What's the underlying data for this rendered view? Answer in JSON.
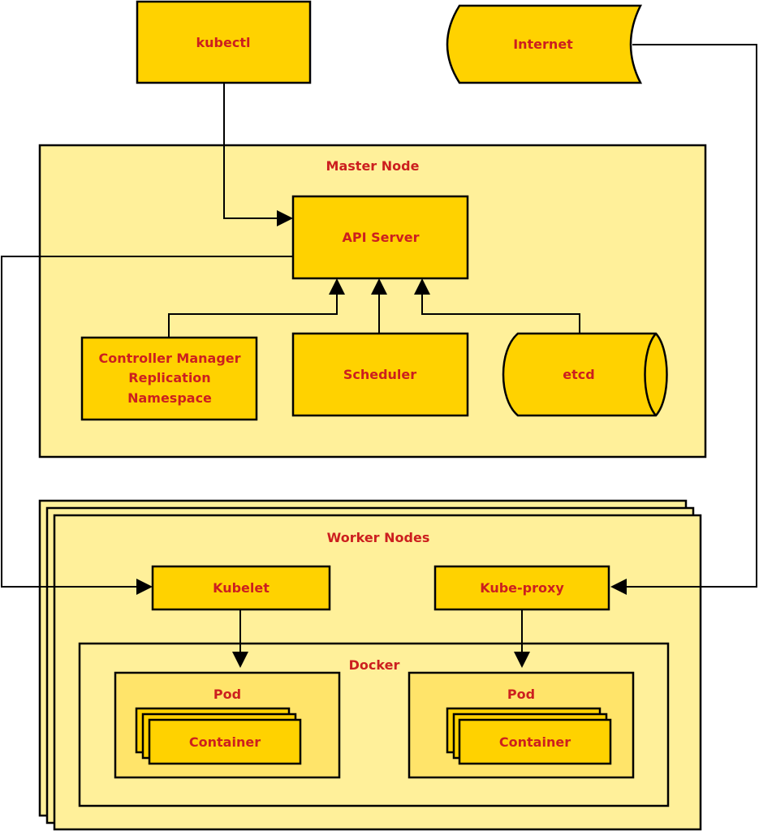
{
  "nodes": {
    "kubectl": "kubectl",
    "internet": "Internet",
    "master_title": "Master Node",
    "api_server": "API Server",
    "controller_manager": [
      "Controller Manager",
      "Replication",
      "Namespace"
    ],
    "scheduler": "Scheduler",
    "etcd": "etcd",
    "worker_title": "Worker Nodes",
    "kubelet": "Kubelet",
    "kube_proxy": "Kube-proxy",
    "docker": "Docker",
    "pod_left": "Pod",
    "pod_right": "Pod",
    "container_left": "Container",
    "container_right": "Container"
  },
  "colors": {
    "component_fill": "#ffd200",
    "group_fill": "#fff09a",
    "pod_fill": "#ffe46a",
    "label_color": "#cc1f1f",
    "line_color": "#000000"
  }
}
